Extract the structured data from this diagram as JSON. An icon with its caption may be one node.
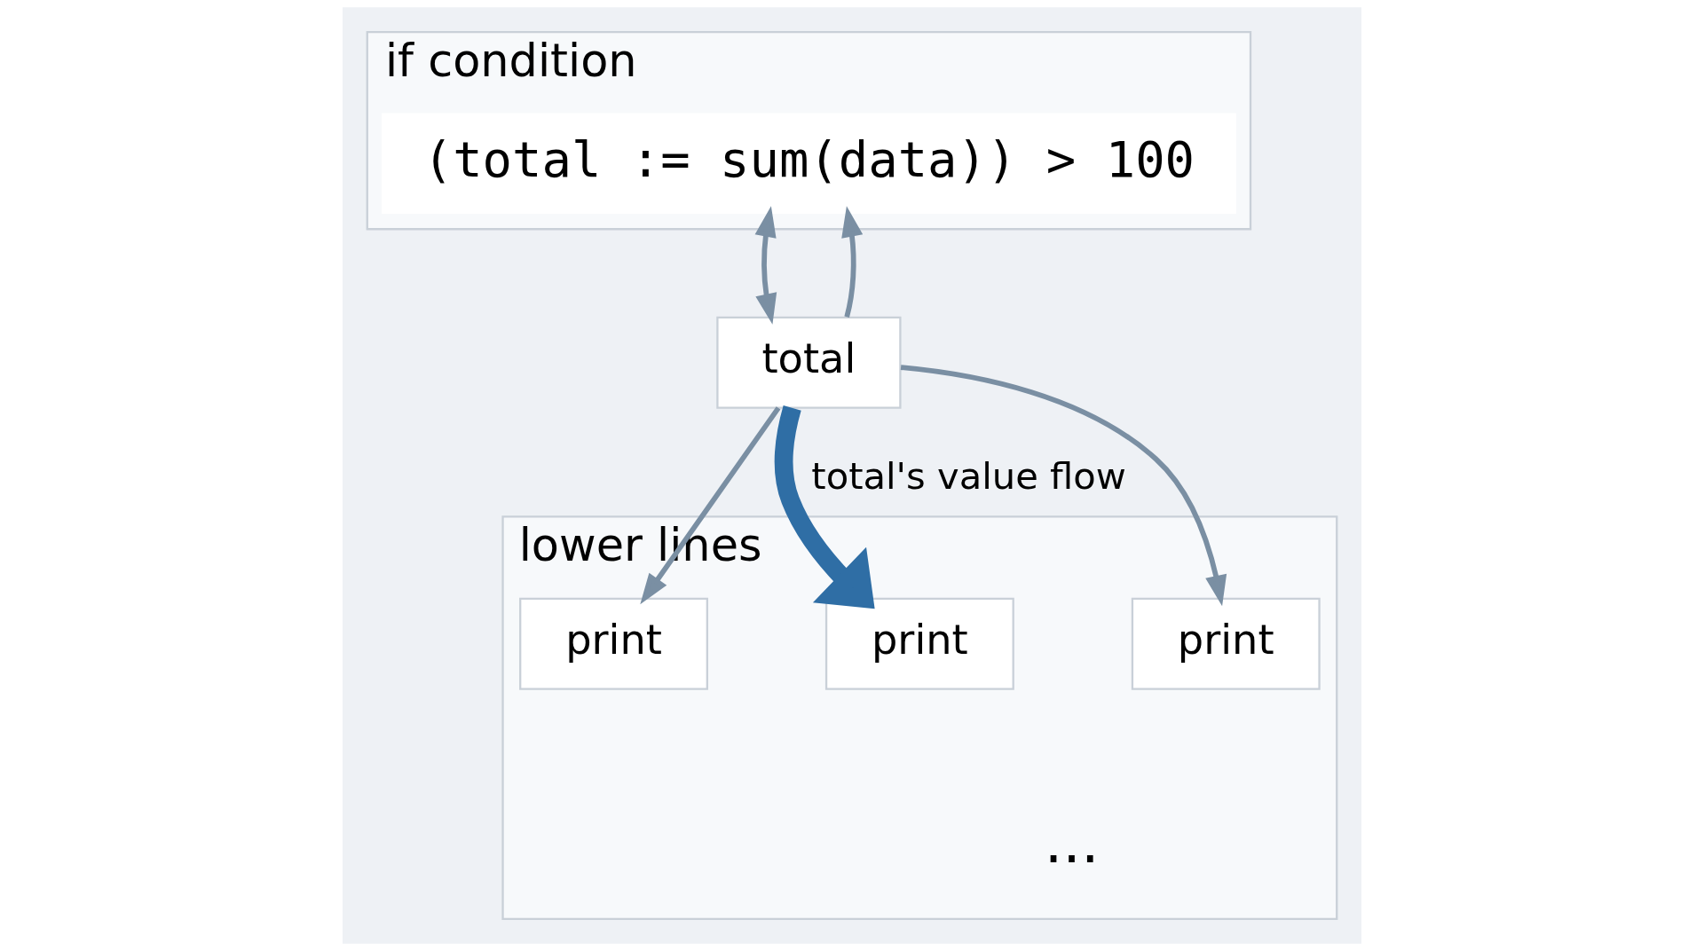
{
  "diagram": {
    "nodes": [
      {
        "text": [
          "if condition"
        ]
      },
      {
        "text": [
          "(total := sum(data)) > 100"
        ],
        "in": 0
      },
      {
        "text": [
          "total"
        ]
      },
      {
        "text": [
          "lower lines"
        ]
      },
      {
        "text": [
          "print"
        ],
        "in": 3
      },
      {
        "text": [
          "print"
        ],
        "in": 3
      },
      {
        "text": [
          "print"
        ],
        "in": 3
      }
    ],
    "edges": [
      {
        "from": 2,
        "to": 1,
        "arrow": "both"
      },
      {
        "from": 2,
        "to": 1,
        "arrow": "to"
      },
      {
        "from": 2,
        "to": 4,
        "arrow": "to"
      },
      {
        "from": 2,
        "to": 5,
        "arrow": "to",
        "label": "total's value flow",
        "style": "thick",
        "color": "#2f6ea5"
      },
      {
        "from": 2,
        "to": 6,
        "arrow": "to"
      }
    ],
    "labels": [
      "..."
    ]
  }
}
